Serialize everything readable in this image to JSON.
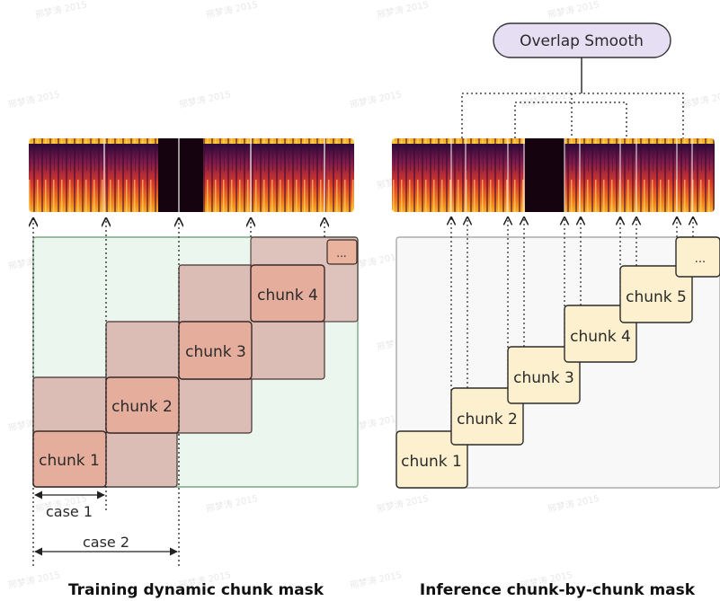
{
  "title_box": {
    "label": "Overlap Smooth"
  },
  "left": {
    "chunks": [
      "chunk 1",
      "chunk 2",
      "chunk 3",
      "chunk 4"
    ],
    "ellipsis": "...",
    "case1": "case 1",
    "case2": "case 2",
    "caption": "Training dynamic  chunk mask"
  },
  "right": {
    "chunks": [
      "chunk 1",
      "chunk 2",
      "chunk 3",
      "chunk 4",
      "chunk 5"
    ],
    "ellipsis": "...",
    "caption": "Inference   chunk-by-chunk mask"
  },
  "watermark": "邢梦涛 2015",
  "colors": {
    "left_background": "#ebf7ee",
    "left_border": "#7aa884",
    "left_block": "#dcbab4",
    "left_chunk": "#e5ad9c",
    "right_background": "#f8f8f8",
    "right_chunk": "#fdf0cf",
    "title_box_fill": "#e6def3",
    "title_box_border": "#333333"
  }
}
